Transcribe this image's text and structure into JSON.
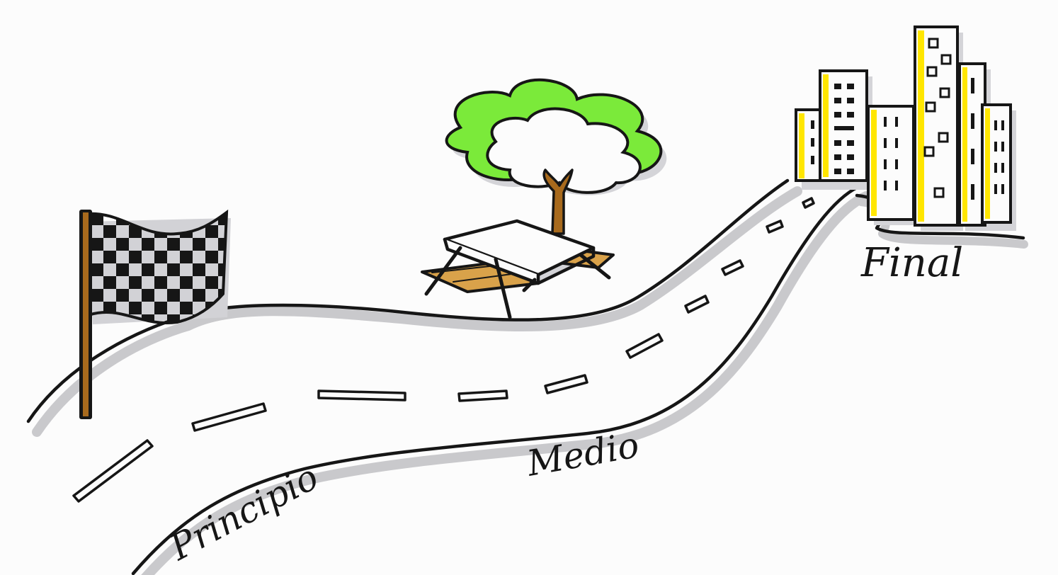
{
  "labels": {
    "start": "Principio",
    "middle": "Medio",
    "end": "Final"
  },
  "colors": {
    "ink": "#161616",
    "shadow": "#c9c9cc",
    "foliage_green": "#7bea3a",
    "trunk_brown": "#a86a1d",
    "building_yellow": "#ffe600",
    "paper": "#fcfcfc"
  },
  "icons": [
    "checkered-flag-icon",
    "tree-icon",
    "picnic-table-icon",
    "city-buildings-icon"
  ]
}
